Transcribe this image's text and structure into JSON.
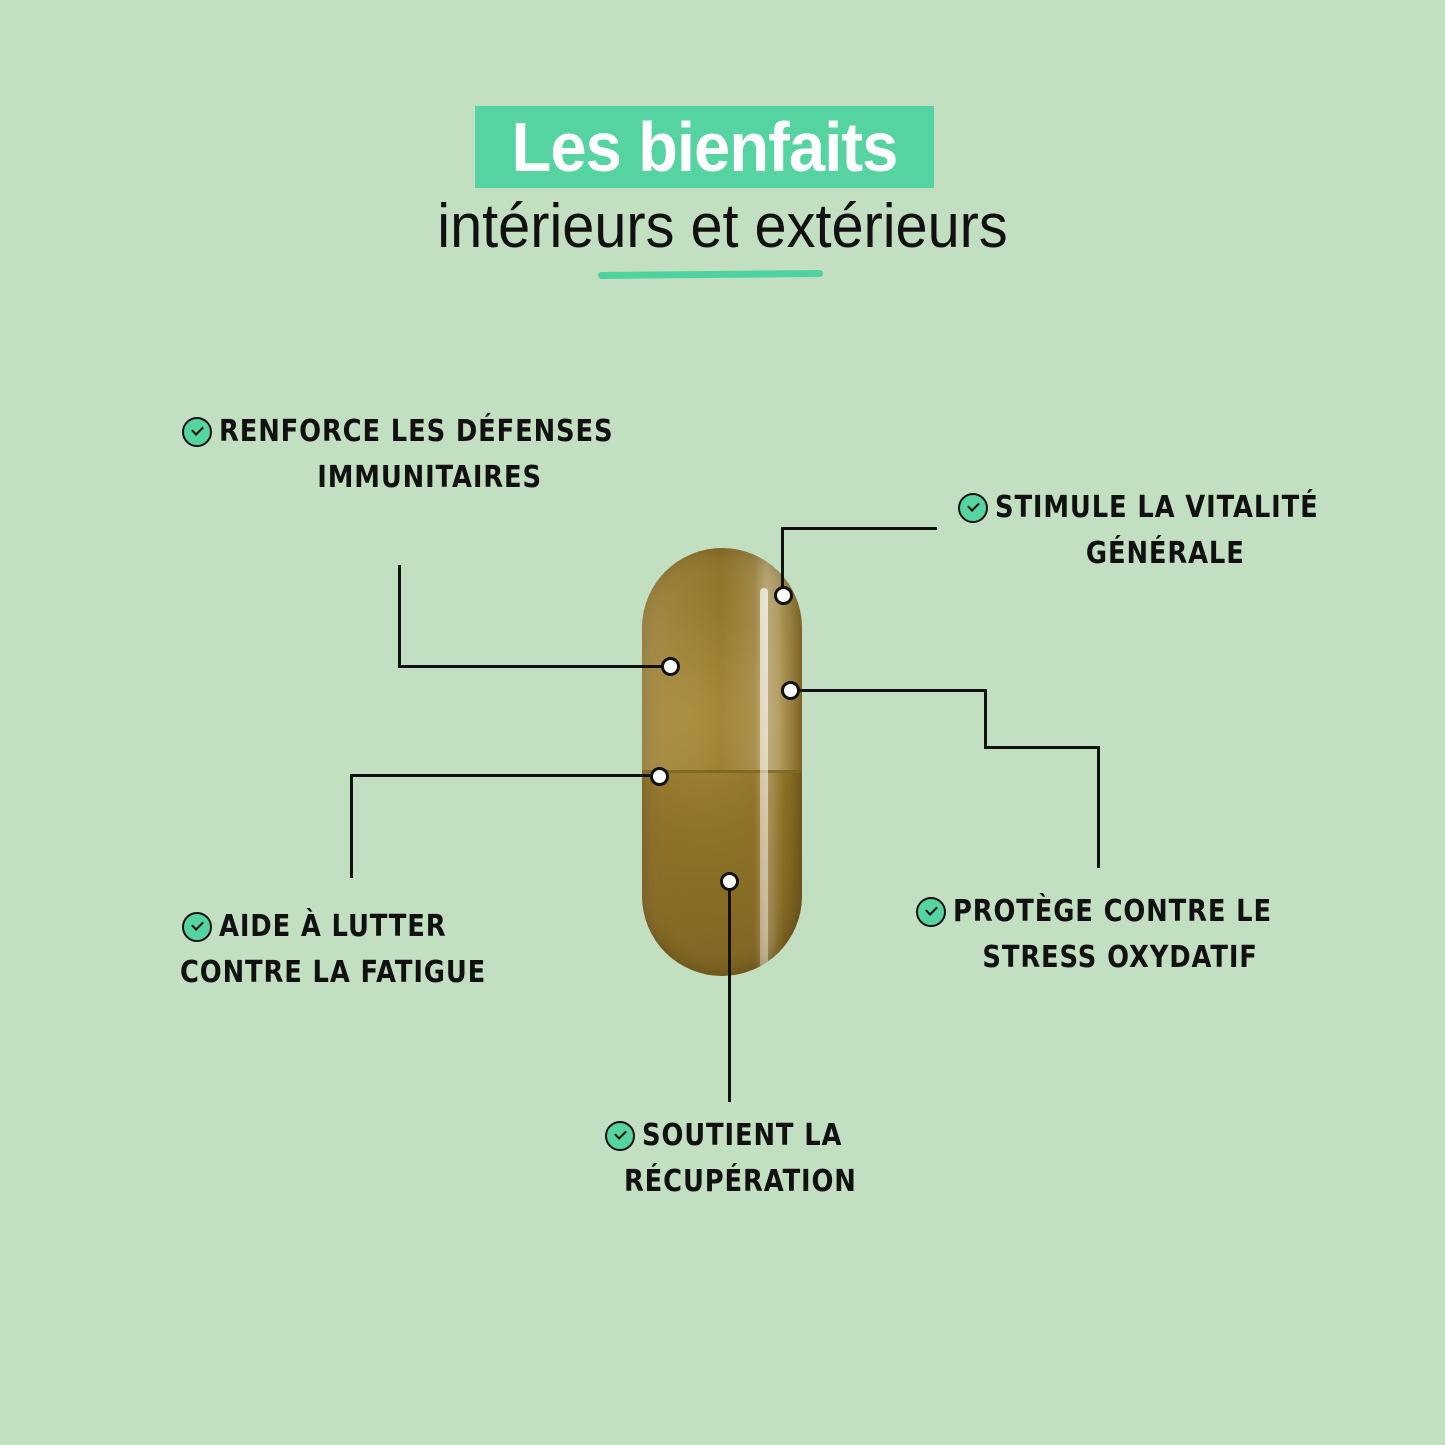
{
  "header": {
    "title": "Les bienfaits",
    "subtitle": "intérieurs et extérieurs"
  },
  "colors": {
    "background": "#c2dfc1",
    "accent": "#55d3a0",
    "text": "#111111"
  },
  "product": {
    "image": "capsule-icon"
  },
  "benefits": [
    {
      "icon": "check-circle-icon",
      "line1": "RENFORCE LES DÉFENSES",
      "line2": "IMMUNITAIRES"
    },
    {
      "icon": "check-circle-icon",
      "line1": "STIMULE LA VITALITÉ",
      "line2": "GÉNÉRALE"
    },
    {
      "icon": "check-circle-icon",
      "line1": "AIDE À LUTTER",
      "line2": "CONTRE LA FATIGUE"
    },
    {
      "icon": "check-circle-icon",
      "line1": "PROTÈGE CONTRE LE",
      "line2": "STRESS OXYDATIF"
    },
    {
      "icon": "check-circle-icon",
      "line1": "SOUTIENT LA",
      "line2": "RÉCUPÉRATION"
    }
  ]
}
